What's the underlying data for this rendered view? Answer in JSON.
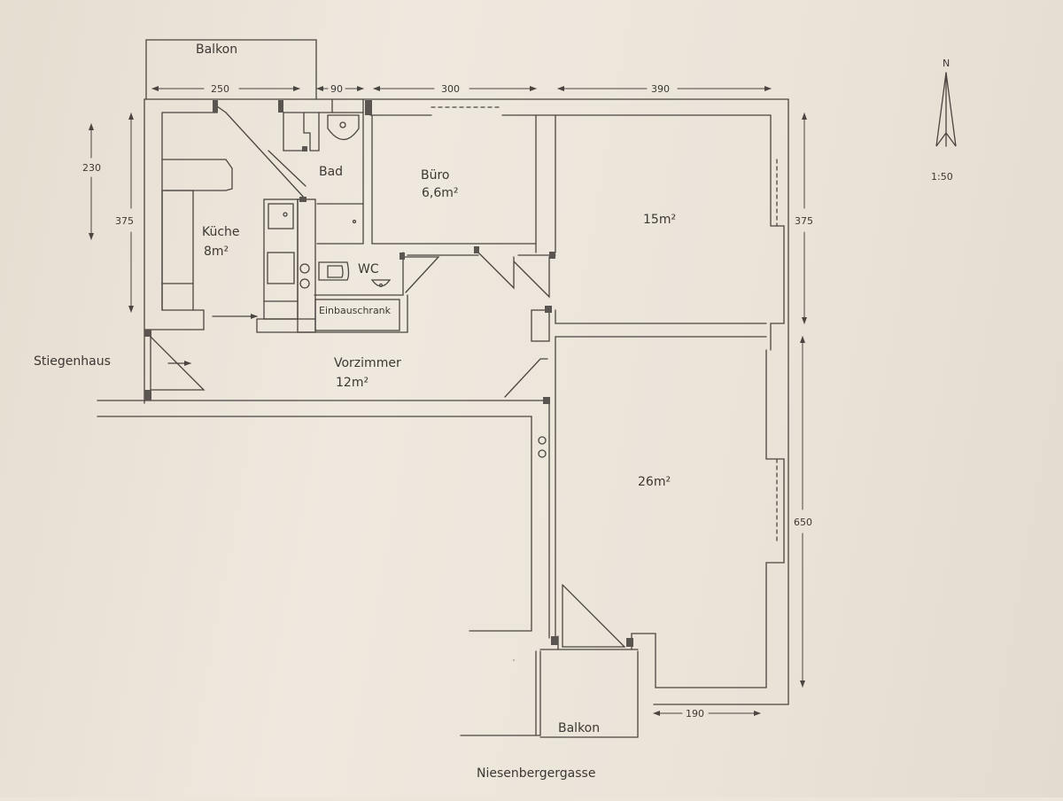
{
  "rooms": {
    "balkon_top": "Balkon",
    "bad": "Bad",
    "buero_name": "Büro",
    "buero_area": "6,6m²",
    "kueche_name": "Küche",
    "kueche_area": "8m²",
    "wc": "WC",
    "einbauschrank": "Einbauschrank",
    "room_15": "15m²",
    "vorzimmer_name": "Vorzimmer",
    "vorzimmer_area": "12m²",
    "room_26": "26m²",
    "balkon_bottom": "Balkon",
    "stiegenhaus": "Stiegenhaus"
  },
  "dimensions": {
    "top_250": "250",
    "top_90": "90",
    "top_300": "300",
    "top_390": "390",
    "left_230": "230",
    "left_375": "375",
    "right_375": "375",
    "right_650": "650",
    "bottom_190": "190"
  },
  "compass": {
    "north": "N",
    "scale": "1:50"
  },
  "street": "Niesenbergergasse",
  "colors": {
    "paper": "#ece5da",
    "pencil": "#4a4540",
    "shadow": "#6a655f"
  }
}
